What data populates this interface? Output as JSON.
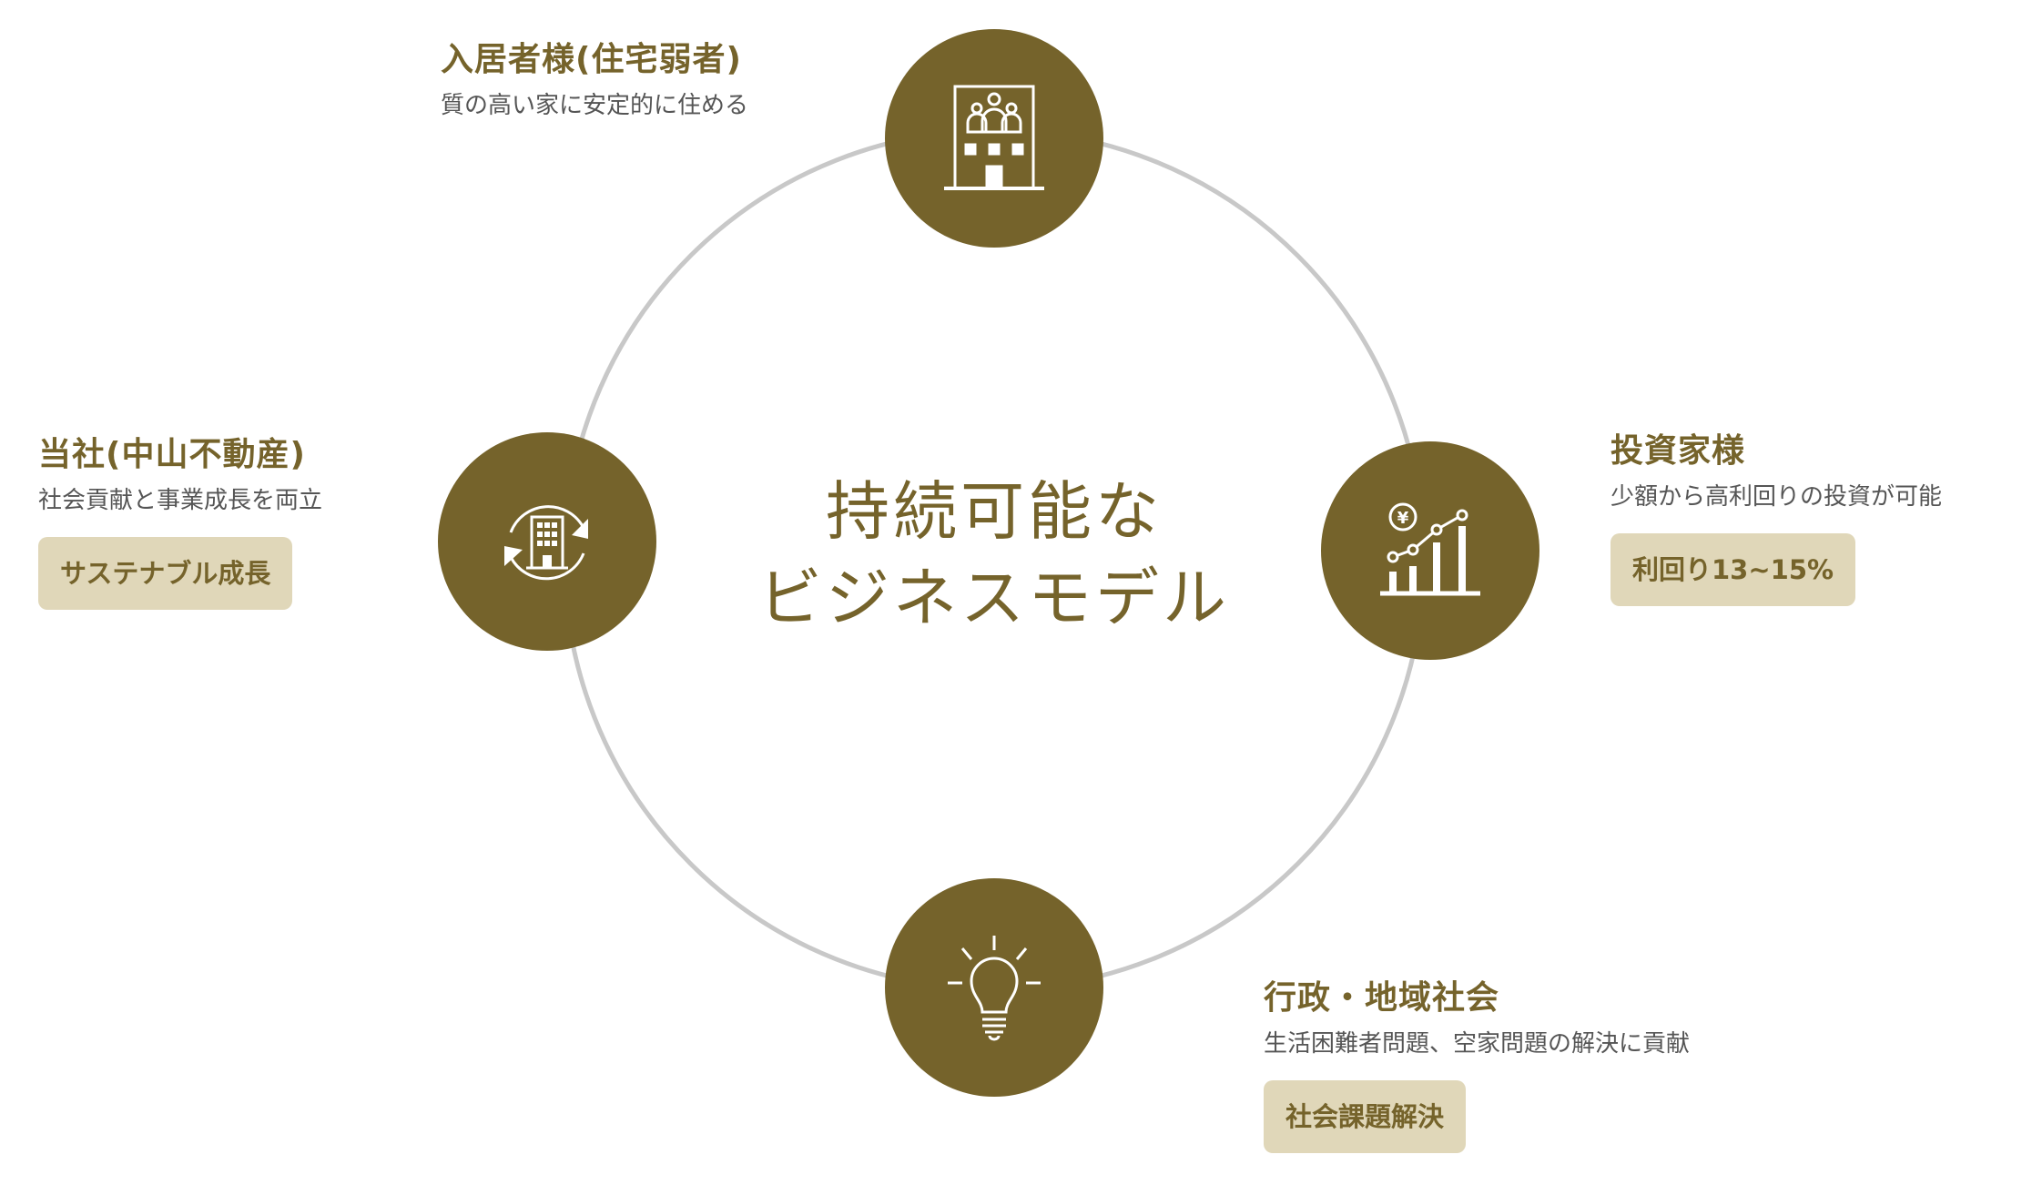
{
  "center": {
    "line1": "持続可能な",
    "line2": "ビジネスモデル"
  },
  "colors": {
    "primary": "#75632b",
    "badge_bg": "#e0d7b9",
    "ring": "#c8c8c8",
    "subtitle": "#555555"
  },
  "nodes": {
    "residents": {
      "title": "入居者様(住宅弱者)",
      "subtitle": "質の高い家に安定的に住める",
      "icon": "building-people-icon"
    },
    "company": {
      "title": "当社(中山不動産)",
      "subtitle": "社会貢献と事業成長を両立",
      "badge": "サステナブル成長",
      "icon": "building-cycle-icon"
    },
    "investors": {
      "title": "投資家様",
      "subtitle": "少額から高利回りの投資が可能",
      "badge": "利回り13~15%",
      "icon": "yen-chart-icon"
    },
    "community": {
      "title": "行政・地域社会",
      "subtitle": "生活困難者問題、空家問題の解決に貢献",
      "badge": "社会課題解決",
      "icon": "lightbulb-icon"
    }
  }
}
